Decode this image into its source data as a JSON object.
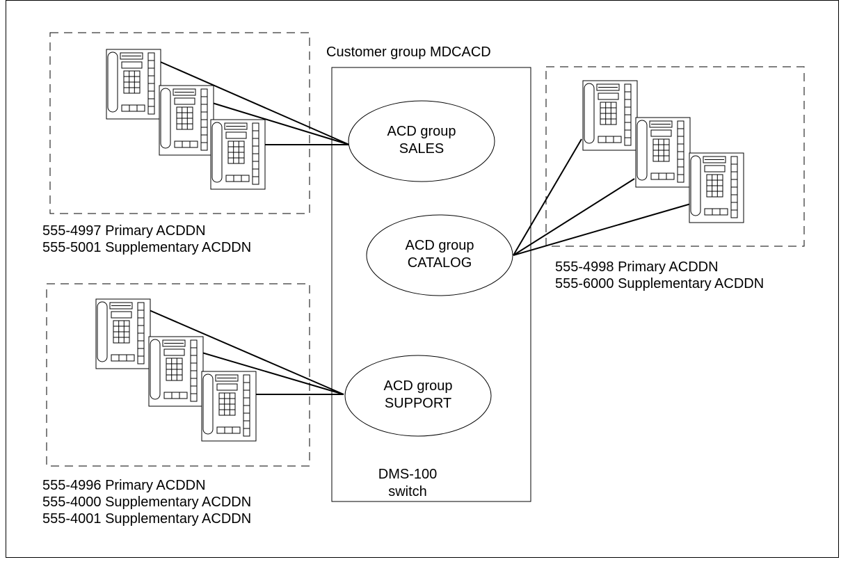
{
  "customer_group": "Customer group MDCACD",
  "switch": {
    "line1": "DMS-100",
    "line2": "switch"
  },
  "acd_groups": [
    {
      "line1": "ACD group",
      "line2": "SALES"
    },
    {
      "line1": "ACD group",
      "line2": "CATALOG"
    },
    {
      "line1": "ACD group",
      "line2": "SUPPORT"
    }
  ],
  "sales_dns": [
    "555-4997 Primary ACDDN",
    "555-5001 Supplementary ACDDN"
  ],
  "catalog_dns": [
    "555-4998 Primary ACDDN",
    "555-6000 Supplementary ACDDN"
  ],
  "support_dns": [
    "555-4996 Primary ACDDN",
    "555-4000 Supplementary ACDDN",
    "555-4001 Supplementary ACDDN"
  ],
  "icons": {
    "phone": "telephone-set-icon"
  }
}
